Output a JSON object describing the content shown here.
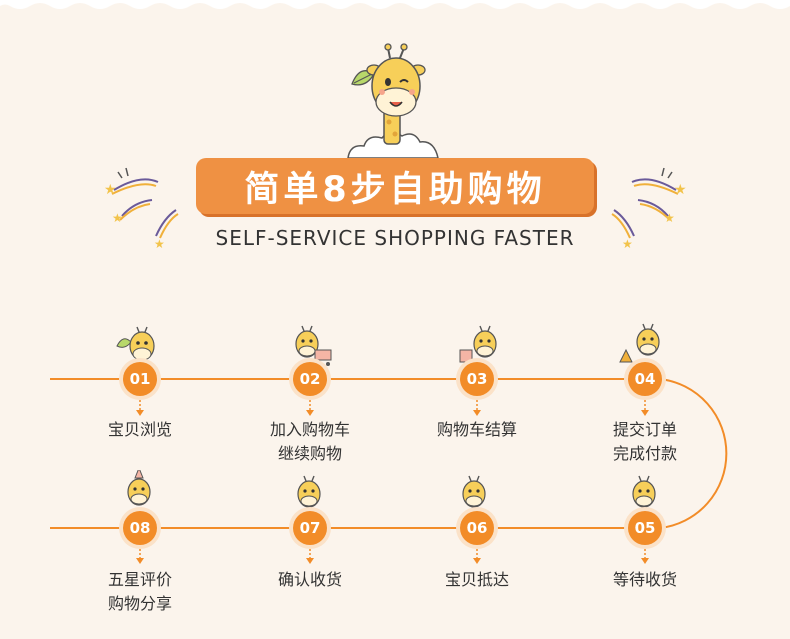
{
  "header": {
    "title": "简单8步自助购物",
    "subtitle": "SELF-SERVICE SHOPPING FASTER"
  },
  "colors": {
    "accent": "#f28c28",
    "title_bg": "#ef9143",
    "background": "#fbf4ec"
  },
  "steps": [
    {
      "number": "01",
      "line1": "宝贝浏览",
      "line2": ""
    },
    {
      "number": "02",
      "line1": "加入购物车",
      "line2": "继续购物"
    },
    {
      "number": "03",
      "line1": "购物车结算",
      "line2": ""
    },
    {
      "number": "04",
      "line1": "提交订单",
      "line2": "完成付款"
    },
    {
      "number": "05",
      "line1": "等待收货",
      "line2": ""
    },
    {
      "number": "06",
      "line1": "宝贝抵达",
      "line2": ""
    },
    {
      "number": "07",
      "line1": "确认收货",
      "line2": ""
    },
    {
      "number": "08",
      "line1": "五星评价",
      "line2": "购物分享"
    }
  ]
}
